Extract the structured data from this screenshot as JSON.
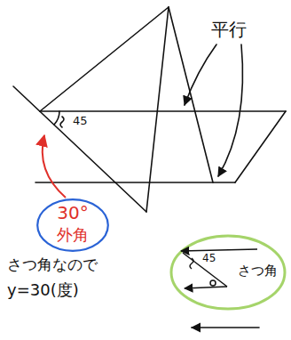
{
  "diagram": {
    "nodes": [
      {
        "text": [
          "30°",
          "外角"
        ]
      },
      {
        "text": [
          "45",
          "さつ角"
        ]
      }
    ],
    "labels": [
      "平行",
      "45",
      "さつ角なので",
      "y=30(度)"
    ]
  }
}
